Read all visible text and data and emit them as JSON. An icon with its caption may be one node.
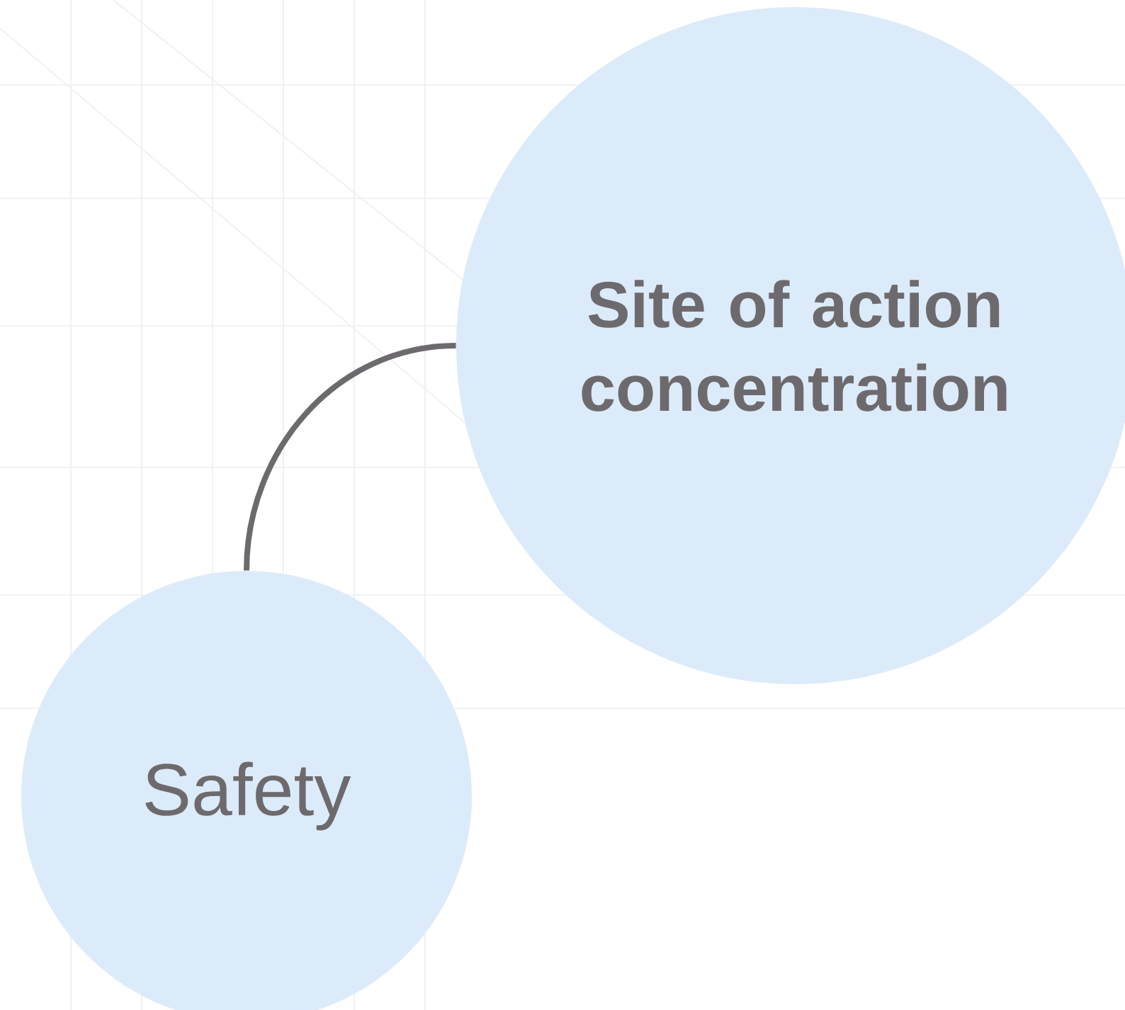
{
  "diagram": {
    "nodes": [
      {
        "text": [
          "Site of action concentration"
        ]
      },
      {
        "text": [
          "Safety"
        ]
      }
    ],
    "edges": [
      {
        "from": 1,
        "to": 0,
        "arrow": "none"
      }
    ]
  }
}
